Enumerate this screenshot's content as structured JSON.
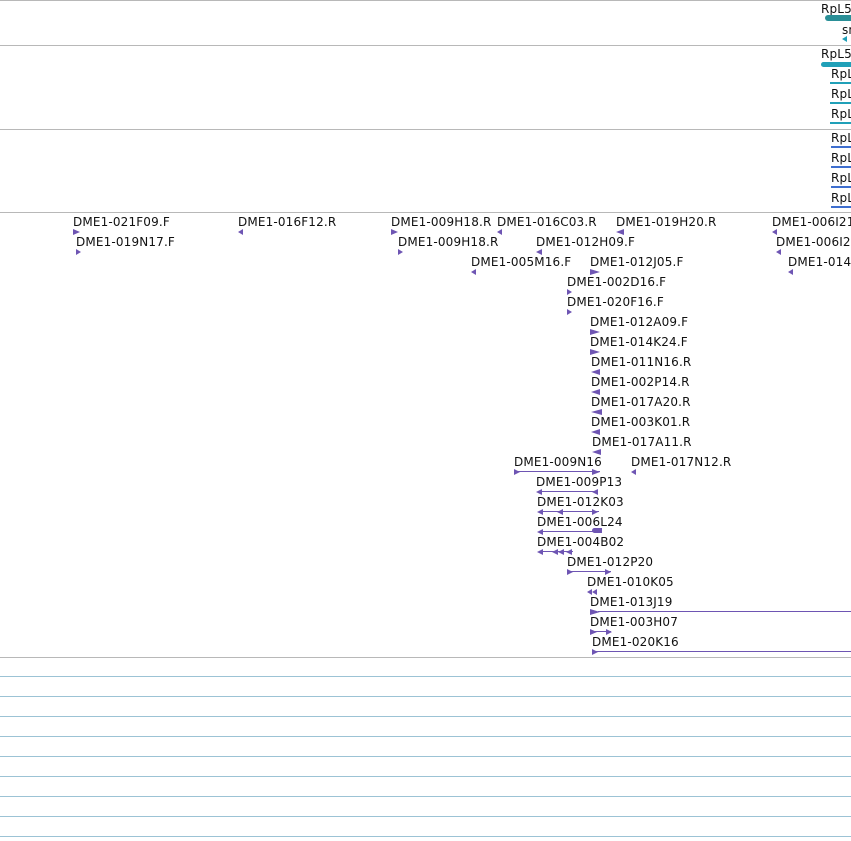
{
  "colors": {
    "track_border": "#b8b8b8",
    "empty_track_line": "#9cc3d5",
    "gene_teal": "#2a8f97",
    "transcript_cyan": "#20a0b8",
    "transcript_blue": "#3f6fcf",
    "clone_purple": "#6e55b3"
  },
  "gene_track": {
    "gene_label": "RpL5",
    "gene_label_2": "sn"
  },
  "transcript_tracks": {
    "group1": [
      "RpL5",
      "RpL",
      "RpL",
      "RpL"
    ],
    "group2": [
      "RpL",
      "RpL",
      "RpL",
      "RpL"
    ]
  },
  "clone_labels": [
    "DME1-021F09.F",
    "DME1-016F12.R",
    "DME1-009H18.R",
    "DME1-016C03.R",
    "DME1-019H20.R",
    "DME1-006I21",
    "DME1-019N17.F",
    "DME1-009H18.R",
    "DME1-012H09.F",
    "DME1-006I2",
    "DME1-005M16.F",
    "DME1-012J05.F",
    "DME1-014",
    "DME1-002D16.F",
    "DME1-020F16.F",
    "DME1-012A09.F",
    "DME1-014K24.F",
    "DME1-011N16.R",
    "DME1-002P14.R",
    "DME1-017A20.R",
    "DME1-003K01.R",
    "DME1-017A11.R",
    "DME1-009N16",
    "DME1-017N12.R",
    "DME1-009P13",
    "DME1-012K03",
    "DME1-006L24",
    "DME1-004B02",
    "DME1-012P20",
    "DME1-010K05",
    "DME1-013J19",
    "DME1-003H07",
    "DME1-020K16"
  ]
}
